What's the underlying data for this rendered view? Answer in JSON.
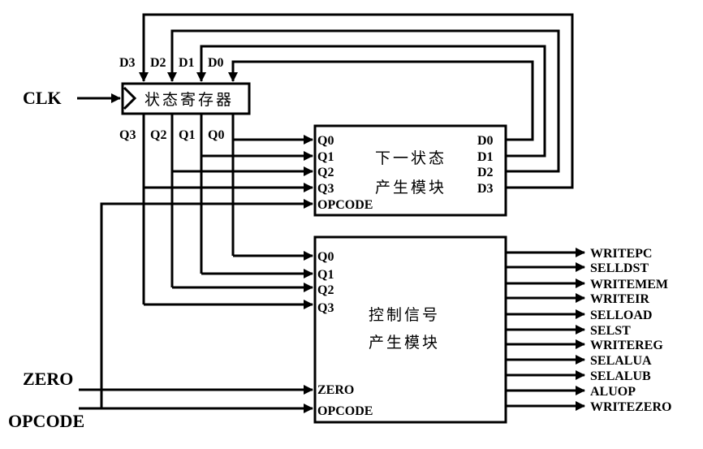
{
  "inputs": {
    "clk": "CLK",
    "zero": "ZERO",
    "opcode": "OPCODE"
  },
  "state_register": {
    "title": "状态寄存器",
    "d_labels": [
      "D3",
      "D2",
      "D1",
      "D0"
    ],
    "q_labels": [
      "Q3",
      "Q2",
      "Q1",
      "Q0"
    ]
  },
  "next_state_module": {
    "title_line1": "下一状态",
    "title_line2": "产生模块",
    "inputs": [
      "Q0",
      "Q1",
      "Q2",
      "Q3",
      "OPCODE"
    ],
    "outputs": [
      "D0",
      "D1",
      "D2",
      "D3"
    ]
  },
  "control_module": {
    "title_line1": "控制信号",
    "title_line2": "产生模块",
    "inputs": [
      "Q0",
      "Q1",
      "Q2",
      "Q3"
    ],
    "zero_input": "ZERO",
    "opcode_input": "OPCODE",
    "outputs": [
      "WRITEPC",
      "SELLDST",
      "WRITEMEM",
      "WRITEIR",
      "SELLOAD",
      "SELST",
      "WRITEREG",
      "SELALUA",
      "SELALUB",
      "ALUOP",
      "WRITEZERO"
    ]
  }
}
